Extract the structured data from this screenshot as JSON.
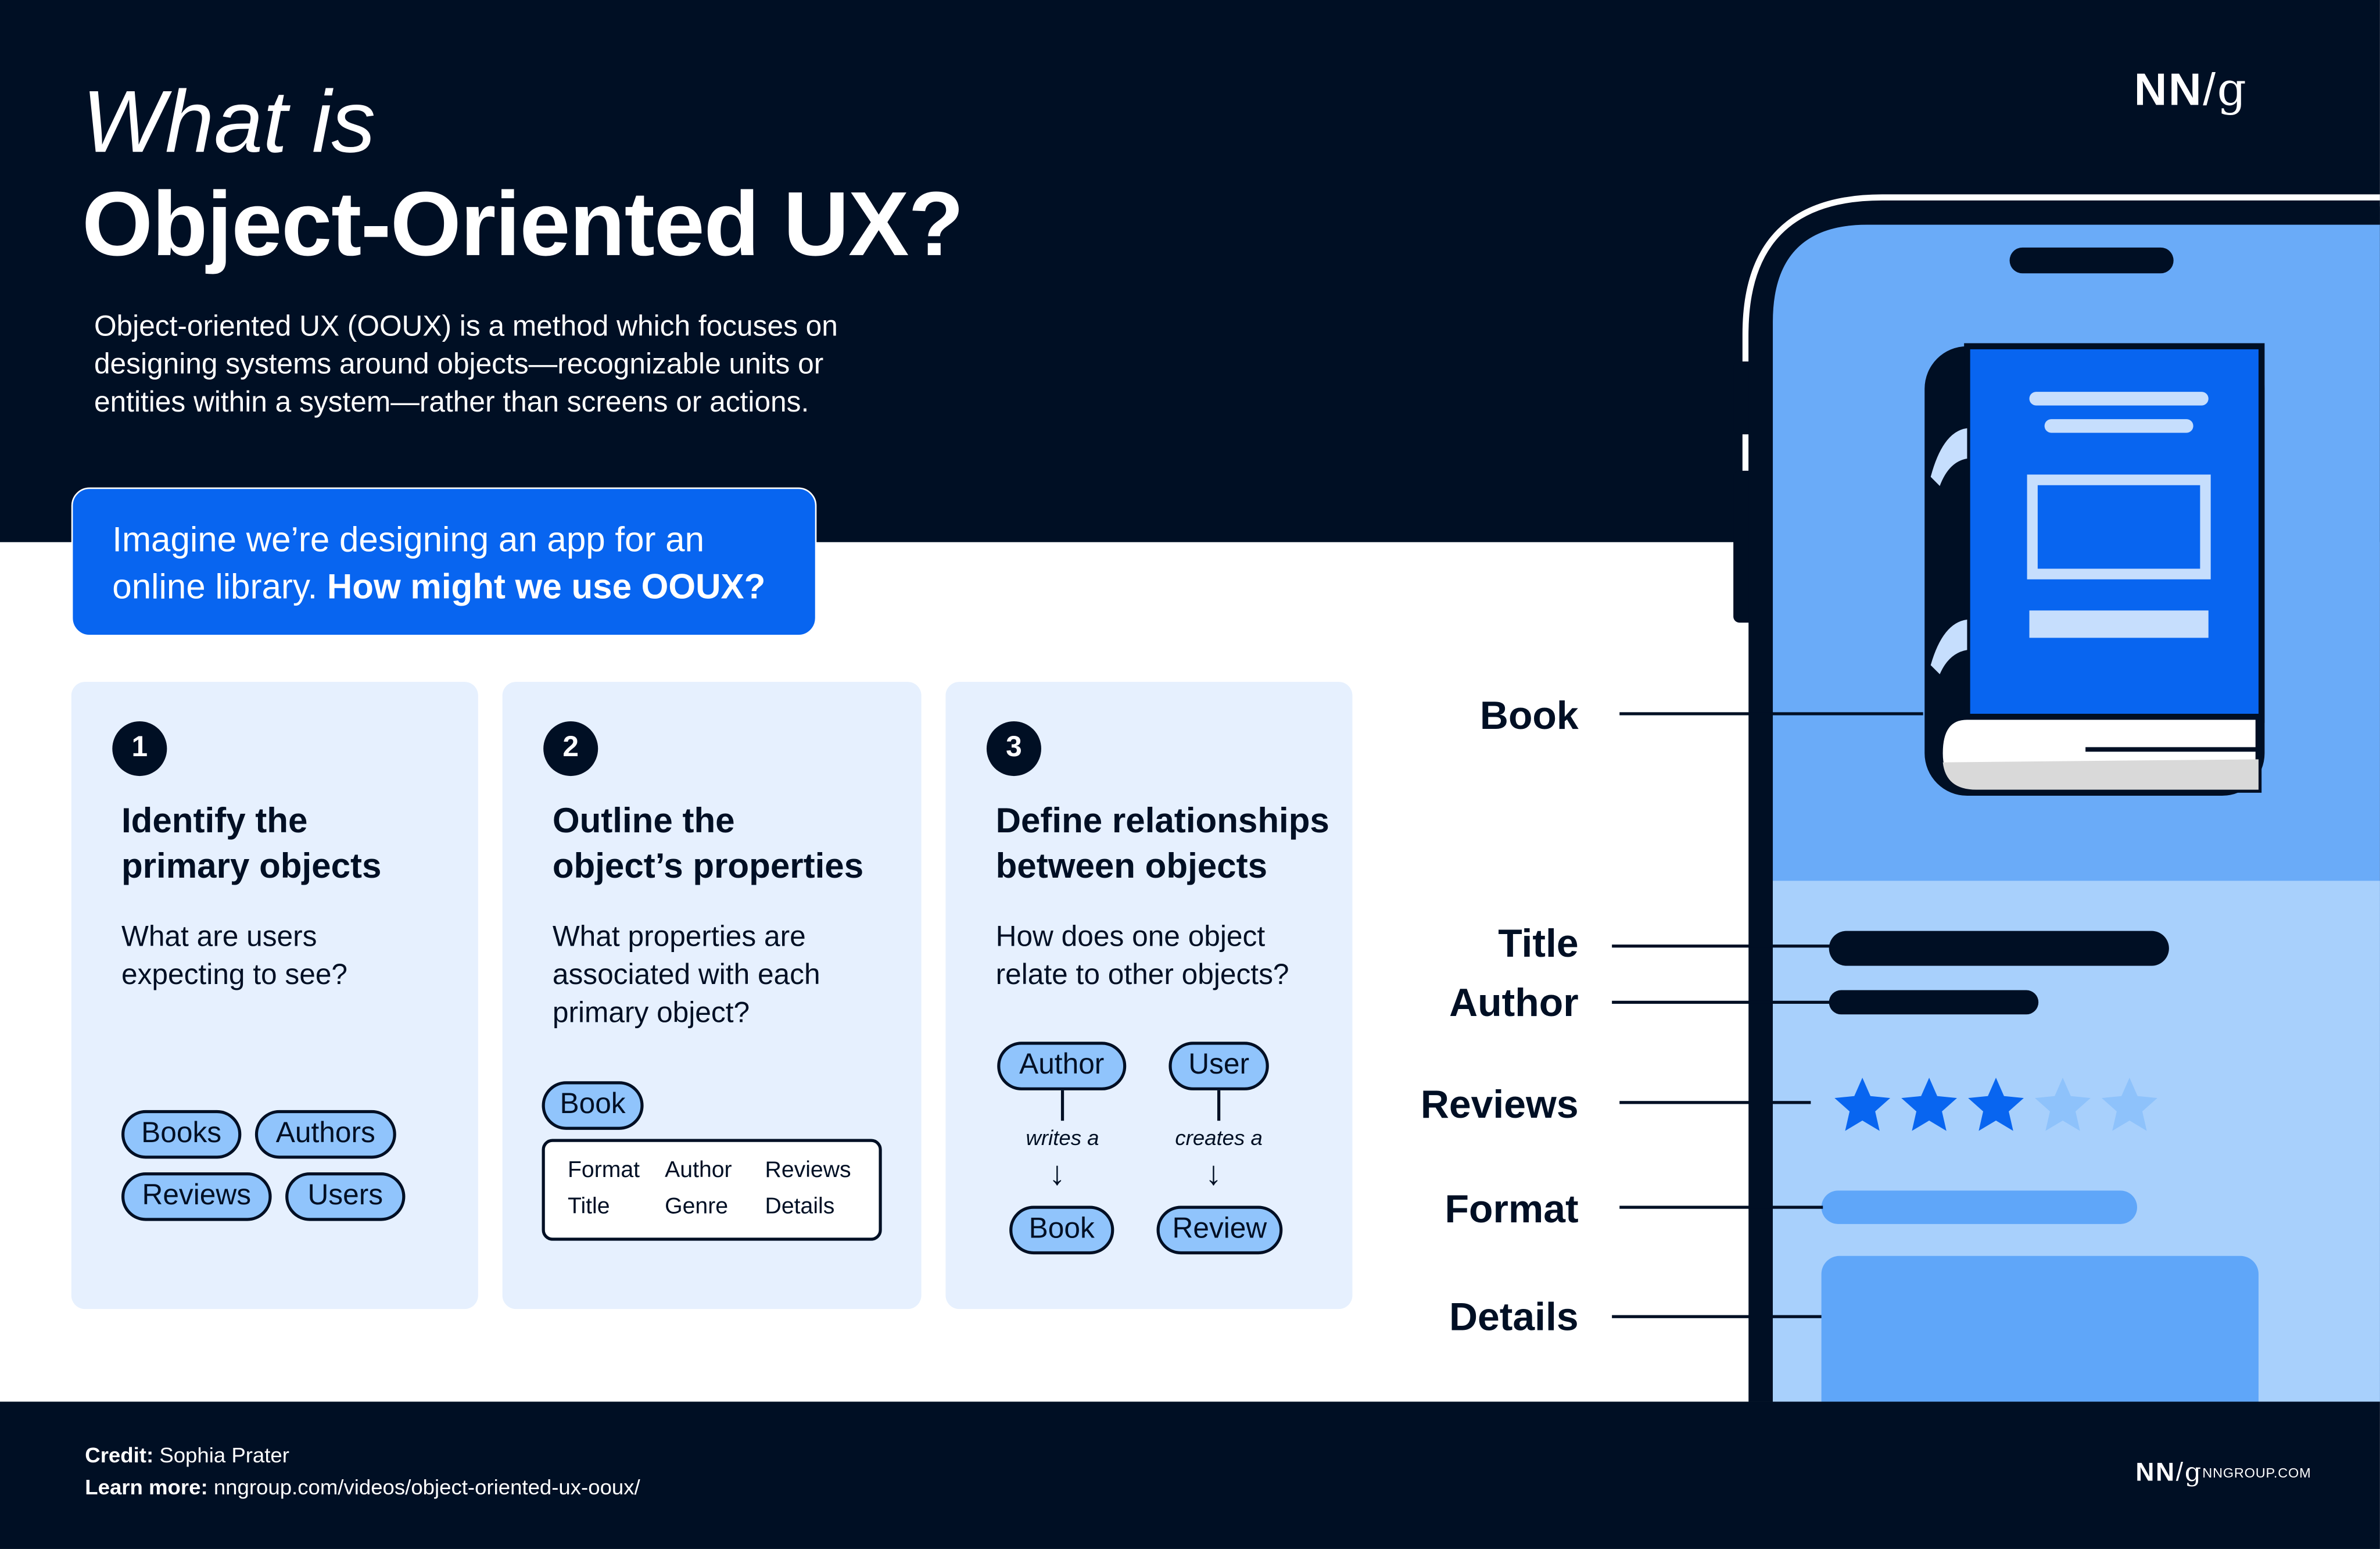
{
  "brand": {
    "logo_nn": "NN",
    "logo_slash": "/",
    "logo_g": "g",
    "footer_site": "NNGROUP.COM"
  },
  "header": {
    "title_line1": "What is",
    "title_line2": "Object-Oriented UX?",
    "intro": "Object-oriented UX (OOUX) is a method which focuses on designing systems around objects—recognizable units or entities within a system—rather than screens or actions."
  },
  "callout": {
    "text_plain": "Imagine we’re designing an app for an online library.",
    "text_bold": "How might we use OOUX?"
  },
  "steps": [
    {
      "number": "1",
      "heading_line1": "Identify the",
      "heading_line2": "primary objects",
      "question": "What are users expecting to see?",
      "pills": [
        "Books",
        "Authors",
        "Reviews",
        "Users"
      ]
    },
    {
      "number": "2",
      "heading_line1": "Outline the",
      "heading_line2": "object’s properties",
      "question": "What properties are associated with each primary object?",
      "object": "Book",
      "properties": [
        "Format",
        "Author",
        "Reviews",
        "Title",
        "Genre",
        "Details"
      ]
    },
    {
      "number": "3",
      "heading_line1": "Define relationships",
      "heading_line2": "between objects",
      "question": "How does one object relate to other objects?",
      "relations": [
        {
          "from": "Author",
          "verb": "writes a",
          "to": "Book"
        },
        {
          "from": "User",
          "verb": "creates a",
          "to": "Review"
        }
      ]
    }
  ],
  "phone_labels": {
    "book": "Book",
    "title": "Title",
    "author": "Author",
    "reviews": "Reviews",
    "format": "Format",
    "details": "Details"
  },
  "rating": {
    "filled": 3,
    "total": 5
  },
  "colors": {
    "navy": "#000f24",
    "accent_blue": "#0865f0",
    "card_blue": "#e6f0fe",
    "pill_blue": "#90c4fc",
    "phone_blue": "#6aabf8",
    "phone_light": "#a8d0fc"
  },
  "footer": {
    "credit_label": "Credit:",
    "credit_value": "Sophia Prater",
    "learn_label": "Learn more:",
    "learn_value": "nngroup.com/videos/object-oriented-ux-ooux/"
  }
}
